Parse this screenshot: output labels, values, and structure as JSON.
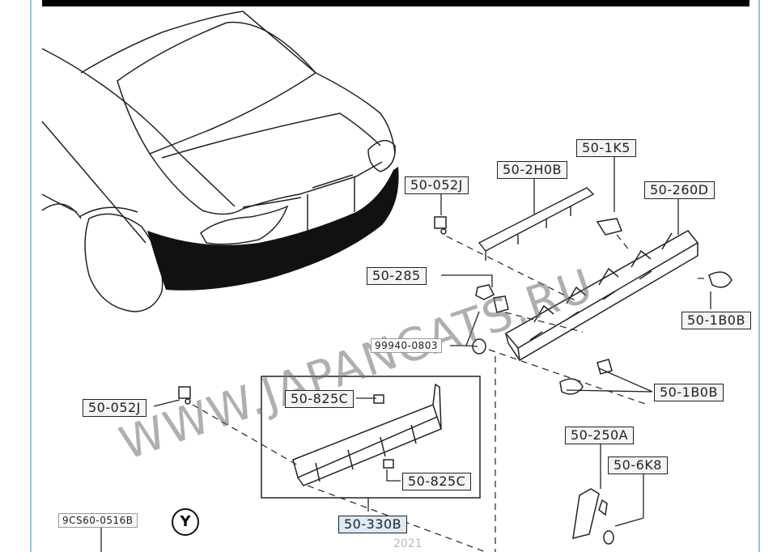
{
  "labels": {
    "p_2h0b": "50-2H0B",
    "p_1k5": "50-1K5",
    "p_052j_top": "50-052J",
    "p_260d": "50-260D",
    "p_285": "50-285",
    "p_1b0b_right": "50-1B0B",
    "p_99940": "99940-0803",
    "p_1b0b_mid": "50-1B0B",
    "p_052j_left": "50-052J",
    "p_825c_top": "50-825C",
    "p_825c_bottom": "50-825C",
    "p_250a": "50-250A",
    "p_6k8": "50-6K8",
    "p_330b": "50-330B",
    "ref_code": "9CS60-0516B"
  },
  "badge": "Y",
  "watermark": "WWW.JAPANCATS.RU",
  "corner_text": "2021",
  "colors": {
    "ink": "#222222",
    "highlight": "#dce9f7",
    "header": "#000000"
  }
}
